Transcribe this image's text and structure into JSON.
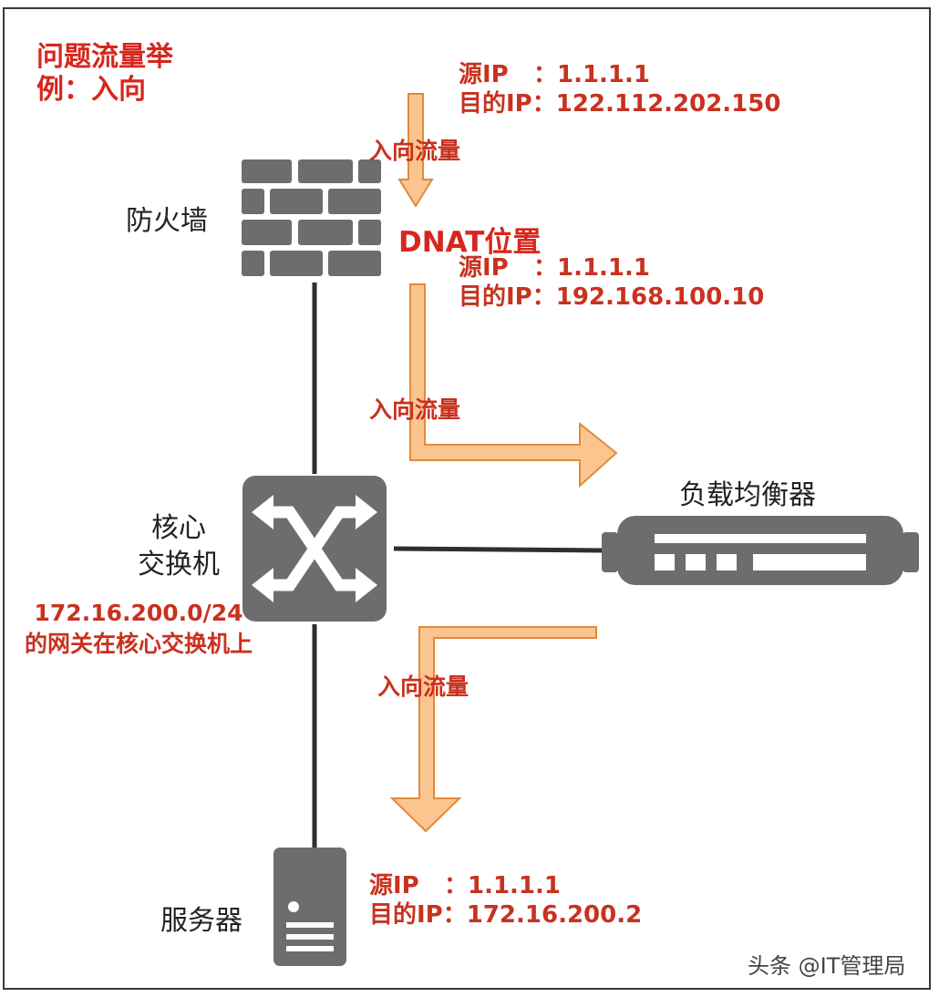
{
  "colors": {
    "accent_red": "#d7261e",
    "device_gray": "#6d6d6d",
    "arrow_fill": "#fbc58f",
    "arrow_stroke": "#e28a3c",
    "line": "#2f2f2f"
  },
  "diagram": {
    "title_line1": "问题流量举",
    "title_line2": "例：入向",
    "packet_in": {
      "src_label": "源IP",
      "src_value": "：1.1.1.1",
      "dst_label": "目的IP",
      "dst_value": "：122.112.202.150"
    },
    "flow_label_1": "入向流量",
    "dnat_label": "DNAT位置",
    "packet_dnat": {
      "src_label": "源IP",
      "src_value": "：1.1.1.1",
      "dst_label": "目的IP",
      "dst_value": "：192.168.100.10"
    },
    "flow_label_2": "入向流量",
    "flow_label_3": "入向流量",
    "gateway_note_line1": "172.16.200.0/24",
    "gateway_note_line2": "的网关在核心交换机上",
    "packet_server": {
      "src_label": "源IP",
      "src_value": "：1.1.1.1",
      "dst_label": "目的IP",
      "dst_value": "：172.16.200.2"
    },
    "nodes": {
      "firewall": {
        "label": "防火墙",
        "icon": "firewall-brick-icon"
      },
      "core_switch": {
        "label_line1": "核心",
        "label_line2": "交换机",
        "icon": "switch-cross-arrows-icon"
      },
      "load_balancer": {
        "label": "负载均衡器",
        "icon": "load-balancer-appliance-icon"
      },
      "server": {
        "label": "服务器",
        "icon": "server-tower-icon"
      }
    },
    "watermark": "头条 @IT管理局"
  }
}
